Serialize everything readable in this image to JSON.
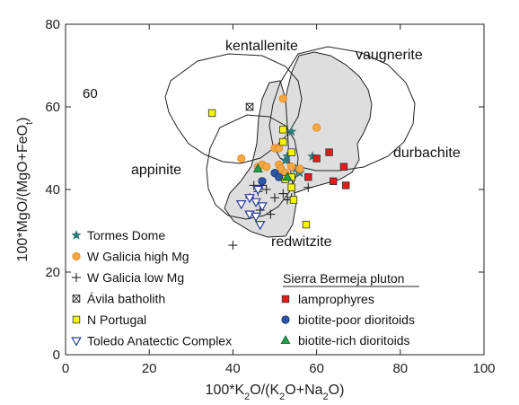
{
  "chart_data": {
    "type": "scatter",
    "xlabel": "100*K2O/(K2O+Na2O)",
    "ylabel": "100*MgO/(MgO+FeOt)",
    "xlim": [
      0,
      100
    ],
    "ylim": [
      0,
      80
    ],
    "x_ticks": [
      "0",
      "20",
      "40",
      "60",
      "80",
      "100"
    ],
    "y_ticks": [
      "0",
      "20",
      "40",
      "60",
      "80"
    ],
    "note": "60",
    "fields": [
      {
        "label": "kentallenite",
        "filled": false
      },
      {
        "label": "vaugnerite",
        "filled": false
      },
      {
        "label": "durbachite",
        "filled": true
      },
      {
        "label": "appinite",
        "filled": false
      },
      {
        "label": "redwitzite",
        "filled": true
      }
    ],
    "group_title": "Sierra Bermeja pluton",
    "series": [
      {
        "name": "Tormes Dome",
        "marker": "star",
        "color": "#2f7a7a",
        "points": [
          [
            52.5,
            47
          ],
          [
            54,
            54
          ],
          [
            53,
            48
          ],
          [
            55,
            45
          ],
          [
            56,
            44
          ],
          [
            59,
            48
          ]
        ]
      },
      {
        "name": "W Galicia high Mg",
        "marker": "circle",
        "color": "#f5a742",
        "points": [
          [
            52,
            62
          ],
          [
            60,
            55
          ],
          [
            42,
            47.5
          ],
          [
            46,
            45.5
          ],
          [
            47,
            46
          ],
          [
            48,
            45.5
          ],
          [
            50,
            50
          ],
          [
            51,
            50
          ],
          [
            51,
            46
          ],
          [
            51.5,
            45
          ],
          [
            52.5,
            44
          ],
          [
            54,
            45.5
          ],
          [
            56,
            45
          ]
        ]
      },
      {
        "name": "W Galicia low Mg",
        "marker": "plus",
        "color": "#222222",
        "points": [
          [
            40,
            26.5
          ],
          [
            44,
            38
          ],
          [
            45,
            41
          ],
          [
            46,
            39.5
          ],
          [
            46.5,
            35
          ],
          [
            48,
            40
          ],
          [
            49,
            34
          ],
          [
            50,
            38
          ],
          [
            52,
            39
          ],
          [
            53,
            37.5
          ],
          [
            54,
            38
          ],
          [
            58,
            40.5
          ],
          [
            47,
            41
          ]
        ]
      },
      {
        "name": "Ávila batholith",
        "marker": "boxx",
        "color": "#222222",
        "points": [
          [
            44,
            60
          ]
        ]
      },
      {
        "name": "N Portugal",
        "marker": "square",
        "color": "#f5f500",
        "points": [
          [
            35,
            58.5
          ],
          [
            52,
            54.5
          ],
          [
            52,
            51.5
          ],
          [
            54,
            49
          ],
          [
            54,
            43
          ],
          [
            52.5,
            42.5
          ],
          [
            54,
            40.5
          ],
          [
            54.5,
            37.5
          ],
          [
            57.5,
            31.5
          ]
        ]
      },
      {
        "name": "Toledo Anatectic Complex",
        "marker": "tri-down",
        "color": "#2a3f9e",
        "points": [
          [
            42,
            36.5
          ],
          [
            44,
            34
          ],
          [
            45.5,
            37
          ],
          [
            46,
            40
          ],
          [
            47,
            36
          ],
          [
            46.5,
            31.5
          ],
          [
            44,
            38
          ],
          [
            45.5,
            33.5
          ]
        ]
      },
      {
        "name": "lamprophyres",
        "marker": "square",
        "color": "#e21b1b",
        "group": "sierra",
        "points": [
          [
            58,
            43
          ],
          [
            60,
            47.5
          ],
          [
            63,
            49
          ],
          [
            64,
            42
          ],
          [
            66.5,
            45.5
          ],
          [
            67,
            41
          ]
        ]
      },
      {
        "name": "biotite-poor dioritoids",
        "marker": "circle",
        "color": "#2c56a8",
        "group": "sierra",
        "points": [
          [
            47,
            42
          ],
          [
            50,
            44
          ],
          [
            51,
            43
          ]
        ]
      },
      {
        "name": "biotite-rich dioritoids",
        "marker": "triangle",
        "color": "#1f9f4a",
        "group": "sierra",
        "points": [
          [
            46,
            45
          ],
          [
            53,
            43
          ]
        ]
      }
    ]
  }
}
